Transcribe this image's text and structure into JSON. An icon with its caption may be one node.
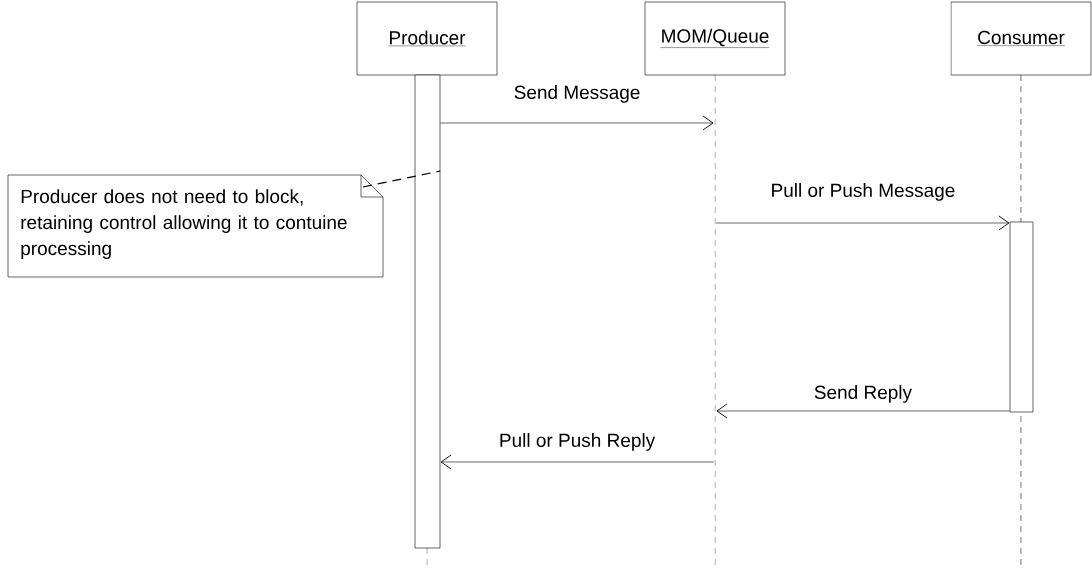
{
  "diagram": {
    "nodes": [
      {
        "text": [
          "Producer"
        ]
      },
      {
        "text": [
          "MOM/Queue"
        ]
      },
      {
        "text": [
          "Consumer"
        ]
      },
      {
        "text": [
          "Producer does not need to block, retaining control allowing it to contuine processing"
        ]
      },
      {
        "text": [],
        "shape": "bar"
      },
      {
        "text": [],
        "shape": "line"
      },
      {
        "text": [],
        "shape": "bar"
      }
    ],
    "edges": [
      {
        "from": 4,
        "to": 5,
        "arrow": "to",
        "label": "Send Message"
      },
      {
        "from": 5,
        "to": 6,
        "arrow": "to",
        "label": "Pull or Push Message"
      },
      {
        "from": 6,
        "to": 5,
        "arrow": "to",
        "label": "Send Reply"
      },
      {
        "from": 5,
        "to": 4,
        "arrow": "to",
        "label": "Pull or Push Reply"
      },
      {
        "from": 3,
        "to": 4,
        "arrow": "none",
        "style": "dashed"
      }
    ]
  }
}
